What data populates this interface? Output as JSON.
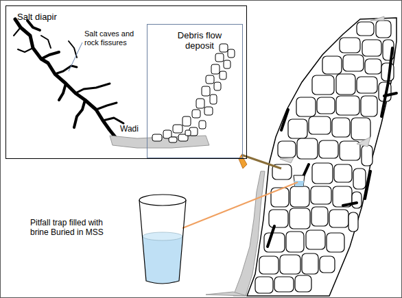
{
  "diagram": {
    "nodes": [
      {
        "text": [
          "Salt diapir",
          "Salt caves and rock fissures",
          "Wadi"
        ]
      },
      {
        "text": [
          "Debris flow deposit"
        ],
        "in": 0
      }
    ],
    "labels": [
      "Pitfall trap filled with brine Buried in MSS"
    ]
  }
}
